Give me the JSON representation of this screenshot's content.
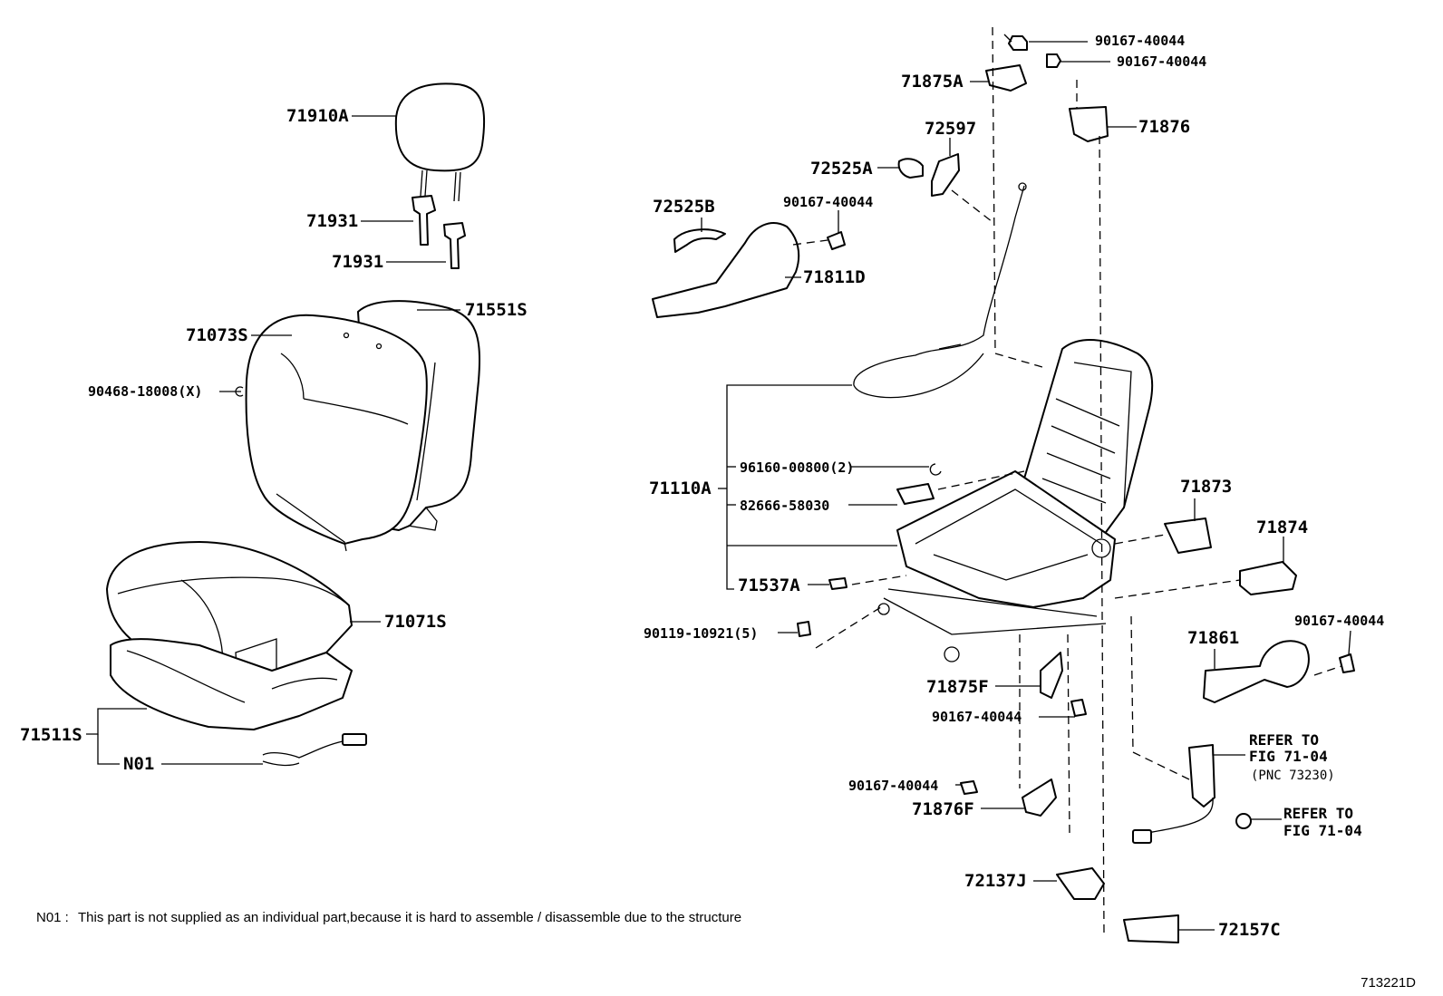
{
  "labels": {
    "headrest": "71910A",
    "support_upper": "71931",
    "support_lower": "71931",
    "back_pad": "71551S",
    "back_cover": "71073S",
    "hog_ring": "90468-18008(X)",
    "cushion_cover": "71071S",
    "cushion_assy": "71511S",
    "n01": "N01",
    "screw_top1": "90167-40044",
    "screw_top2": "90167-40044",
    "bracket_top": "71875A",
    "hinge_cover": "71876",
    "lever_knob_a": "72525A",
    "lever_cover": "72597",
    "knob_b": "72525B",
    "screw_mid": "90167-40044",
    "shield": "71811D",
    "frame": "71110A",
    "clip": "96160-00800(2)",
    "connector": "82666-58030",
    "cap": "71537A",
    "bolt": "90119-10921(5)",
    "bracket_f": "71875F",
    "screw_lower": "90167-40044",
    "screw_lower2": "90167-40044",
    "cover_f": "71876F",
    "p71873": "71873",
    "p71874": "71874",
    "p71861": "71861",
    "screw_right": "90167-40044",
    "p72137j": "72137J",
    "p72157c": "72157C"
  },
  "refs": {
    "ref1_line1": "REFER TO",
    "ref1_line2": "FIG 71-04",
    "ref1_pnc": "(PNC 73230)",
    "ref2_line1": "REFER TO",
    "ref2_line2": "FIG 71-04"
  },
  "footnote": {
    "code": "N01 :",
    "text": "This part is not supplied as an individual part,because it is hard to assemble / disassemble due to the structure"
  },
  "figure_code": "713221D"
}
